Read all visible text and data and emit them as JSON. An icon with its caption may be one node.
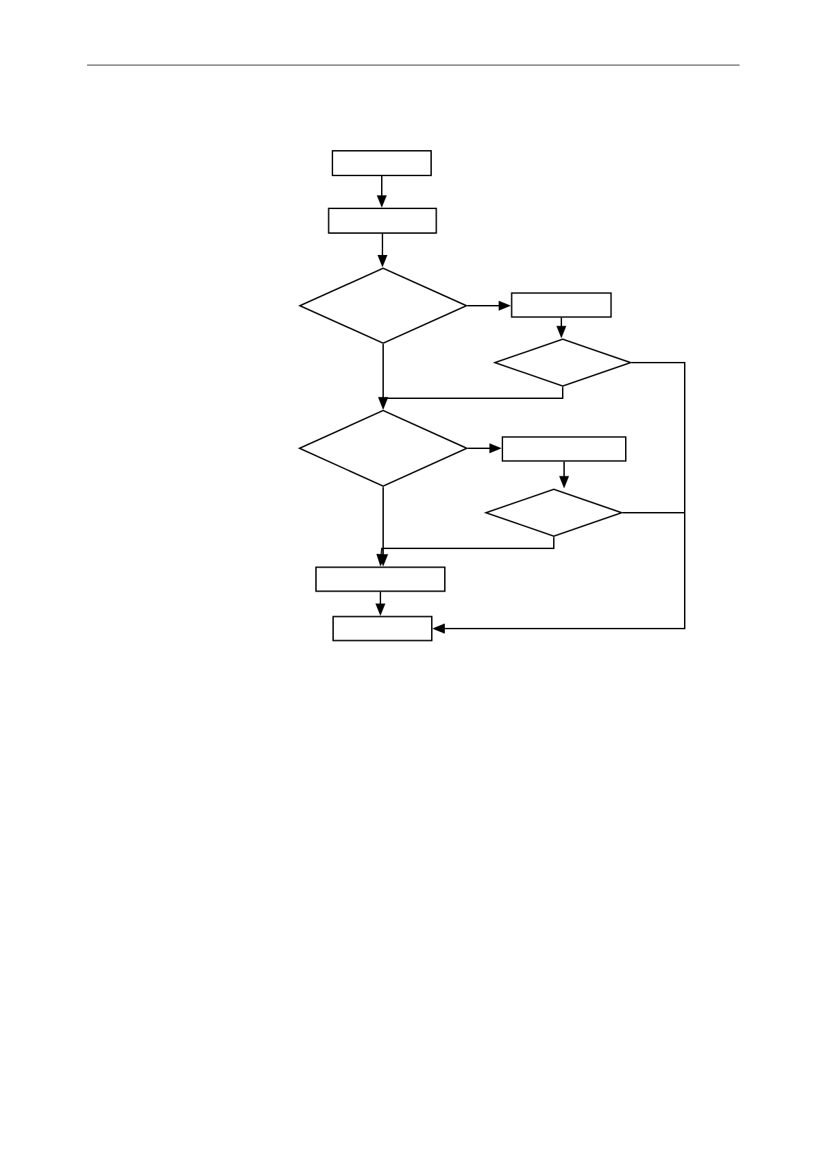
{
  "diagram": {
    "nodes": [
      {
        "text": [],
        "shape": "box"
      },
      {
        "text": [],
        "shape": "box"
      },
      {
        "text": [],
        "shape": "diamond"
      },
      {
        "text": [],
        "shape": "box"
      },
      {
        "text": [],
        "shape": "diamond"
      },
      {
        "text": [],
        "shape": "diamond"
      },
      {
        "text": [],
        "shape": "box"
      },
      {
        "text": [],
        "shape": "diamond"
      },
      {
        "text": [],
        "shape": "box"
      },
      {
        "text": [],
        "shape": "box"
      }
    ],
    "edges": [
      {
        "from": 0,
        "to": 1,
        "arrow": "to"
      },
      {
        "from": 1,
        "to": 2,
        "arrow": "to"
      },
      {
        "from": 2,
        "to": 3,
        "arrow": "to"
      },
      {
        "from": 3,
        "to": 4,
        "arrow": "to"
      },
      {
        "from": 2,
        "to": 5,
        "arrow": "to"
      },
      {
        "from": 4,
        "to": 5,
        "arrow": "to"
      },
      {
        "from": 5,
        "to": 6,
        "arrow": "to"
      },
      {
        "from": 6,
        "to": 7,
        "arrow": "to"
      },
      {
        "from": 5,
        "to": 8,
        "arrow": "to"
      },
      {
        "from": 7,
        "to": 8,
        "arrow": "to"
      },
      {
        "from": 8,
        "to": 9,
        "arrow": "to"
      },
      {
        "from": 4,
        "to": 9,
        "arrow": "to"
      },
      {
        "from": 7,
        "to": 9,
        "arrow": "to"
      }
    ]
  }
}
